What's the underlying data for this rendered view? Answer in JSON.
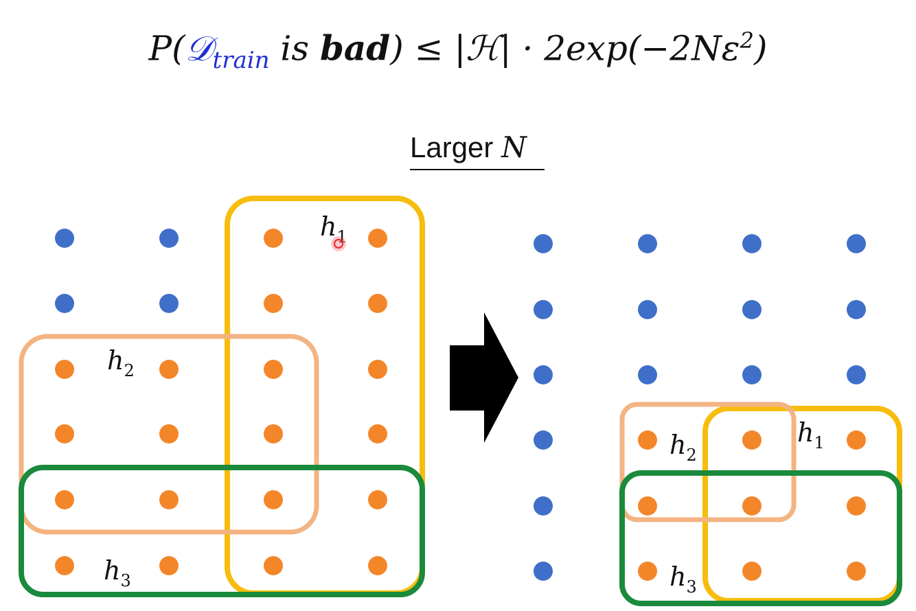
{
  "formula": {
    "p": "P(",
    "d": "𝒟",
    "d_sub": "train",
    "is": " is ",
    "bad": "bad",
    "rest": ") ≤ |ℋ| · 2exp(−2Nε",
    "sup": "2",
    "end": ")"
  },
  "heading": {
    "text": "Larger ",
    "var": "N"
  },
  "colors": {
    "good_point": "#3f6fc8",
    "bad_point": "#f4862a",
    "h1": "#f6bd0e",
    "h2": "#f3b482",
    "h3": "#1a8a3c",
    "arrow": "#000000",
    "cursor": "#e8262a"
  },
  "panels": [
    {
      "rows": [
        [
          "good",
          "good",
          "bad",
          "bad"
        ],
        [
          "good",
          "good",
          "bad",
          "bad"
        ],
        [
          "bad",
          "bad",
          "bad",
          "bad"
        ],
        [
          "bad",
          "bad",
          "bad",
          "bad"
        ],
        [
          "bad",
          "bad",
          "bad",
          "bad"
        ],
        [
          "bad",
          "bad",
          "bad",
          "bad"
        ]
      ],
      "labels": {
        "h1": {
          "main": "h",
          "sub": "1"
        },
        "h2": {
          "main": "h",
          "sub": "2"
        },
        "h3": {
          "main": "h",
          "sub": "3"
        }
      }
    },
    {
      "rows": [
        [
          "good",
          "good",
          "good",
          "good"
        ],
        [
          "good",
          "good",
          "good",
          "good"
        ],
        [
          "good",
          "good",
          "good",
          "good"
        ],
        [
          "good",
          "bad",
          "bad",
          "bad"
        ],
        [
          "good",
          "bad",
          "bad",
          "bad"
        ],
        [
          "good",
          "bad",
          "bad",
          "bad"
        ]
      ],
      "labels": {
        "h1": {
          "main": "h",
          "sub": "1"
        },
        "h2": {
          "main": "h",
          "sub": "2"
        },
        "h3": {
          "main": "h",
          "sub": "3"
        }
      }
    }
  ],
  "arrow": {
    "icon": "right-arrow-icon"
  },
  "cursor": {
    "icon": "cursor-dot-icon"
  }
}
